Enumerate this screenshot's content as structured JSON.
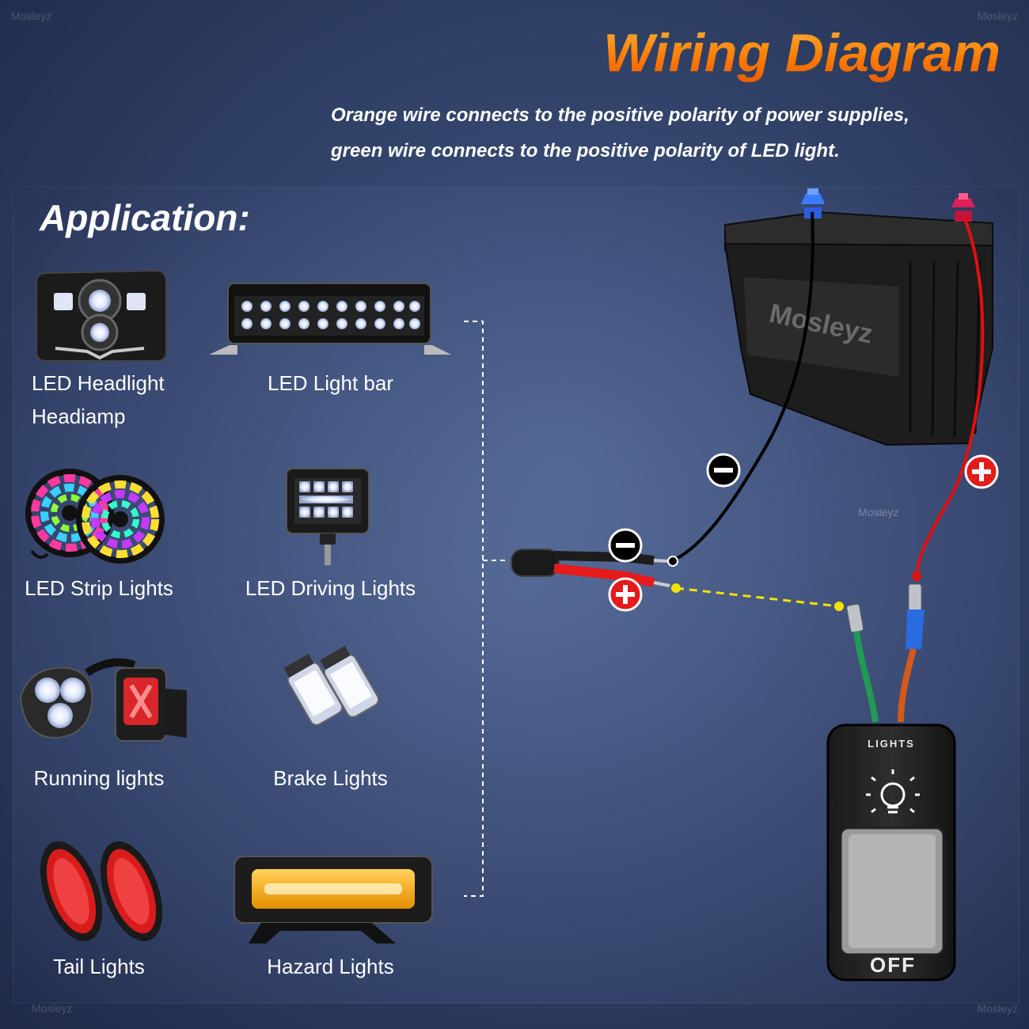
{
  "watermark": "Mosleyz",
  "header": {
    "title": "Wiring Diagram",
    "subtitle_line1": "Orange wire connects to the positive polarity of power supplies,",
    "subtitle_line2": "green wire connects to the positive polarity of LED light."
  },
  "application": {
    "heading": "Application:",
    "items": [
      {
        "label_line1": "LED Headlight",
        "label_line2": "Headiamp",
        "icon": "headlight-icon"
      },
      {
        "label": "LED Light bar",
        "icon": "light-bar-icon"
      },
      {
        "label": "LED Strip Lights",
        "icon": "strip-lights-icon"
      },
      {
        "label": "LED Driving Lights",
        "icon": "driving-lights-icon"
      },
      {
        "label": "Running lights",
        "icon": "running-lights-icon"
      },
      {
        "label": "Brake Lights",
        "icon": "brake-lights-icon"
      },
      {
        "label": "Tail Lights",
        "icon": "tail-lights-icon"
      },
      {
        "label": "Hazard Lights",
        "icon": "hazard-lights-icon"
      }
    ]
  },
  "diagram": {
    "battery_brand": "Mosleyz",
    "switch_top_label": "LIGHTS",
    "switch_bottom_label": "OFF",
    "negative_symbol": "−",
    "positive_symbol": "+"
  },
  "colors": {
    "title_orange": "#ff8a14",
    "negative_wire": "#000000",
    "positive_wire": "#e01010",
    "led_wire": "#e8e000",
    "green_wire": "#1f9a55",
    "orange_wire": "#d55a1a"
  }
}
